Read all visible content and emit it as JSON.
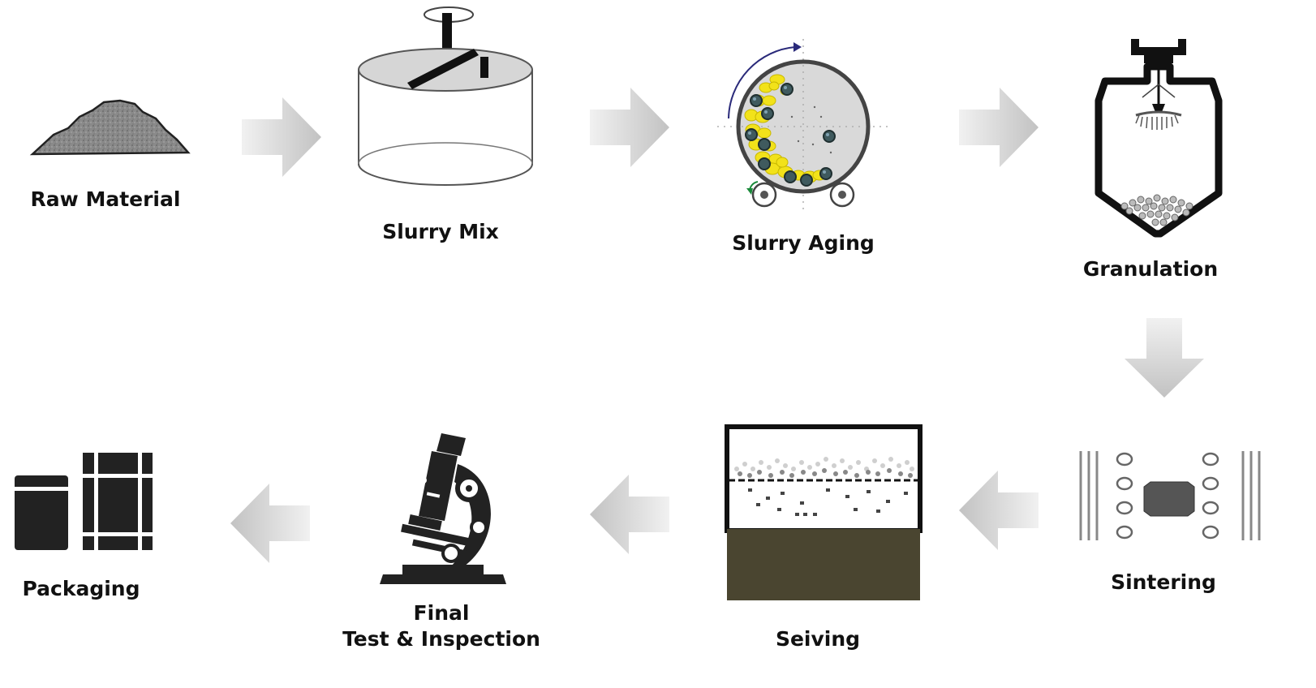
{
  "steps": [
    {
      "id": "raw-material",
      "label": "Raw Material",
      "icon": "powder-pile-icon"
    },
    {
      "id": "slurry-mix",
      "label": "Slurry Mix",
      "icon": "mixing-tank-icon"
    },
    {
      "id": "slurry-aging",
      "label": "Slurry Aging",
      "icon": "ball-mill-icon"
    },
    {
      "id": "granulation",
      "label": "Granulation",
      "icon": "spray-dryer-icon"
    },
    {
      "id": "sintering",
      "label": "Sintering",
      "icon": "furnace-icon"
    },
    {
      "id": "seiving",
      "label": "Seiving",
      "icon": "sieve-icon"
    },
    {
      "id": "final-test",
      "label_line1": "Final",
      "label_line2": "Test & Inspection",
      "icon": "microscope-icon"
    },
    {
      "id": "packaging",
      "label": "Packaging",
      "icon": "boxes-icon"
    }
  ],
  "arrows": [
    {
      "from": "Raw Material",
      "to": "Slurry Mix",
      "direction": "right"
    },
    {
      "from": "Slurry Mix",
      "to": "Slurry Aging",
      "direction": "right"
    },
    {
      "from": "Slurry Aging",
      "to": "Granulation",
      "direction": "right"
    },
    {
      "from": "Granulation",
      "to": "Sintering",
      "direction": "down"
    },
    {
      "from": "Sintering",
      "to": "Seiving",
      "direction": "left"
    },
    {
      "from": "Seiving",
      "to": "Final Test & Inspection",
      "direction": "left"
    },
    {
      "from": "Final Test & Inspection",
      "to": "Packaging",
      "direction": "left"
    }
  ],
  "colors": {
    "arrow_light": "#eeeeee",
    "arrow_dark": "#c4c4c4",
    "label": "#111111",
    "icon_dark": "#222222",
    "slurry_yellow": "#f2e21a",
    "ball_teal": "#3f5a5e",
    "sieve_base": "#4a4530"
  }
}
